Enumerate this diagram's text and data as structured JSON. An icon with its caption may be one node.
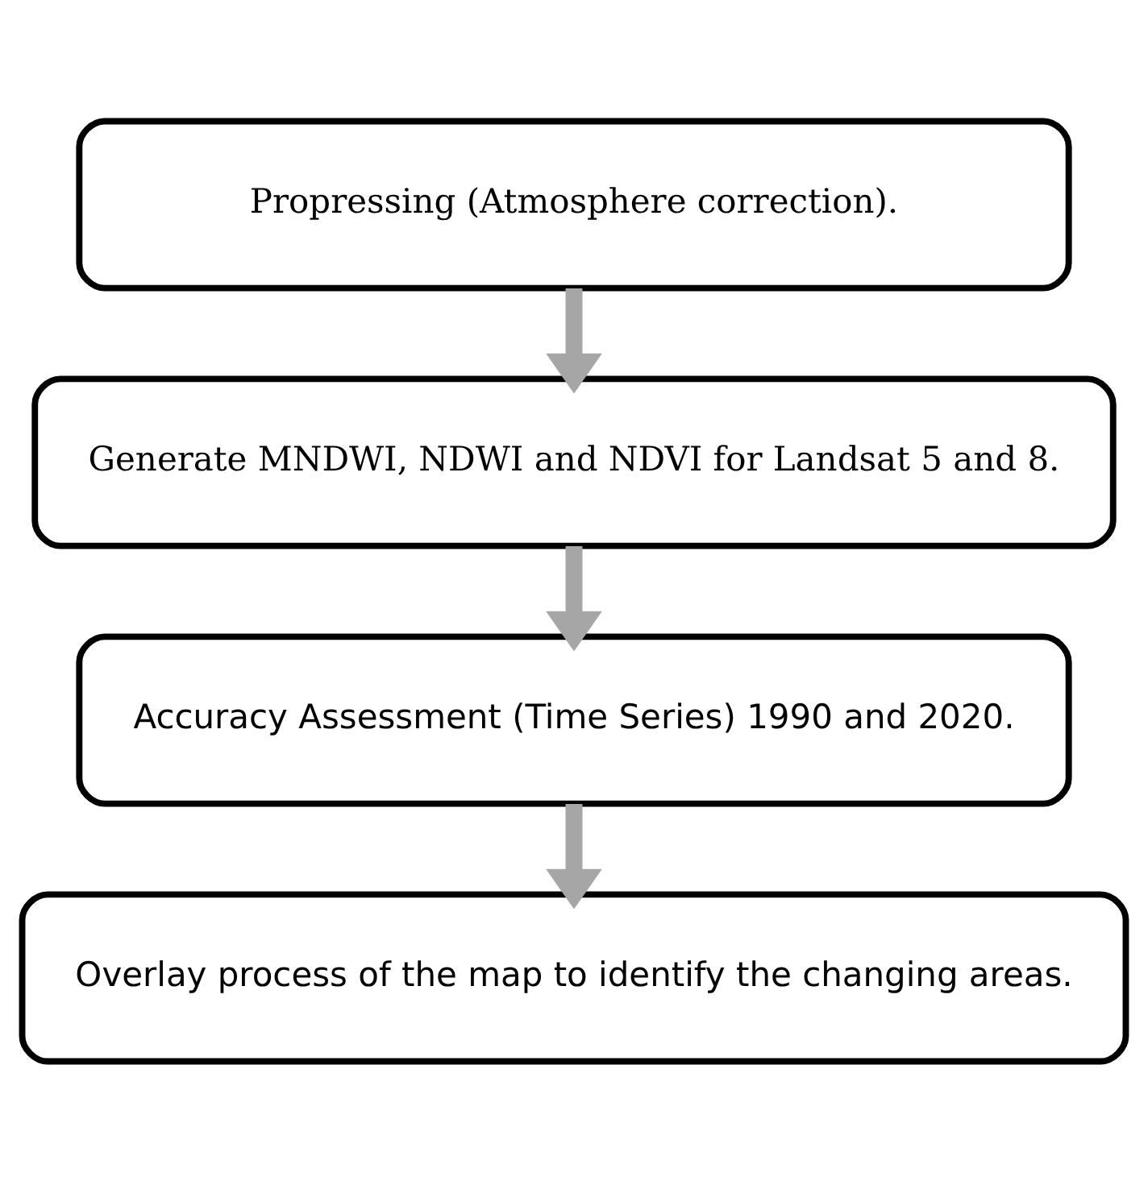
{
  "diagram": {
    "nodes": [
      {
        "text": [
          "Propressing (Atmosphere correction)."
        ]
      },
      {
        "text": [
          "Generate MNDWI, NDWI and NDVI for Landsat 5 and 8."
        ]
      },
      {
        "text": [
          "Accuracy Assessment (Time Series) 1990 and 2020."
        ]
      },
      {
        "text": [
          "Overlay process of the map to identify the changing areas."
        ]
      }
    ],
    "edges": [
      {
        "from": 0,
        "to": 1,
        "arrow": "to"
      },
      {
        "from": 1,
        "to": 2,
        "arrow": "to"
      },
      {
        "from": 2,
        "to": 3,
        "arrow": "to"
      }
    ]
  }
}
